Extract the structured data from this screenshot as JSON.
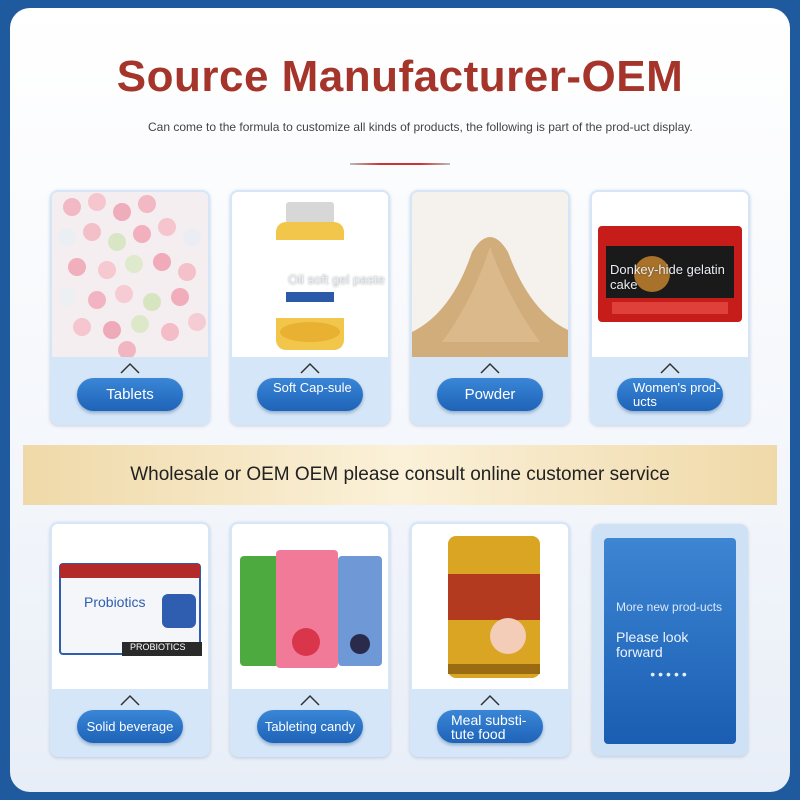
{
  "header": {
    "title": "Source Manufacturer-OEM",
    "subtitle": "Can come to the formula to customize all kinds of products, the following is part of the prod-uct display."
  },
  "row1": [
    {
      "label": "Tablets",
      "overlay": ""
    },
    {
      "label": "Soft Cap-sule",
      "overlay": "Oil soft gel paste"
    },
    {
      "label": "Powder",
      "overlay": ""
    },
    {
      "label": "Women's prod-ucts",
      "overlay": "Donkey-hide gelatin cake"
    }
  ],
  "banner": "Wholesale or OEM OEM please consult online customer service",
  "row2": [
    {
      "label": "Solid beverage",
      "product_text_1": "Probiotics",
      "product_text_2": "PROBIOTICS"
    },
    {
      "label": "Tableting candy"
    },
    {
      "label": "Meal substi-tute food"
    }
  ],
  "more": {
    "line1": "More new prod-ucts",
    "line2": "Please look forward",
    "dots": "•••••"
  },
  "colors": {
    "frame": "#1f5a9e",
    "title": "#a5342b",
    "pill": "#1e63b8",
    "banner": "#f3e3bd"
  }
}
